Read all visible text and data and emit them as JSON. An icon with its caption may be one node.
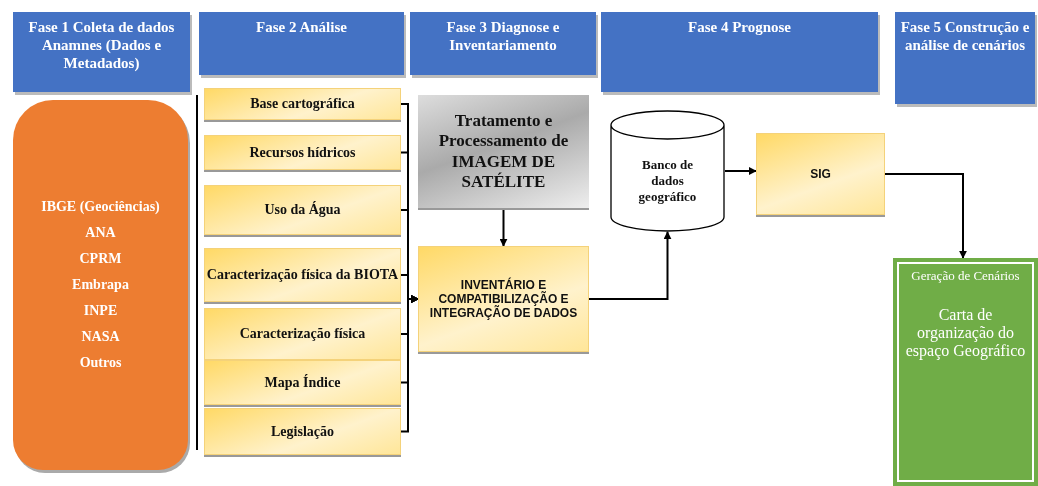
{
  "diagram": {
    "nodes": [
      {
        "text": [
          "Fase 1 Coleta de dados Anamnes (Dados e Metadados)"
        ]
      },
      {
        "text": [
          "Fase 2 Análise"
        ]
      },
      {
        "text": [
          "Fase 3 Diagnose e Inventariamento"
        ]
      },
      {
        "text": [
          "Fase 4 Prognose"
        ]
      },
      {
        "text": [
          "Fase 5 Construção e análise de cenários"
        ]
      },
      {
        "text": [
          "IBGE (Geociências)",
          "ANA",
          "CPRM",
          "Embrapa",
          "INPE",
          "NASA",
          "Outros"
        ]
      },
      {
        "text": [
          "Base cartográfica"
        ]
      },
      {
        "text": [
          "Recursos hídricos"
        ]
      },
      {
        "text": [
          "Uso da Água"
        ]
      },
      {
        "text": [
          "Caracterização física da BIOTA"
        ]
      },
      {
        "text": [
          "Caracterização física"
        ]
      },
      {
        "text": [
          "Mapa Índice"
        ]
      },
      {
        "text": [
          "Legislação"
        ]
      },
      {
        "text": [
          "Tratamento e Processamento de IMAGEM DE SATÉLITE"
        ]
      },
      {
        "text": [
          "INVENTÁRIO E COMPATIBILIZAÇÃO E INTEGRAÇÃO DE DADOS"
        ]
      },
      {
        "text": [
          "Banco de dados geográfico"
        ]
      },
      {
        "text": [
          "SIG"
        ]
      },
      {
        "text": [
          "Geração de Cenários",
          "Carta de organização do espaço Geográfico"
        ]
      }
    ],
    "edges": [
      {
        "from": 6,
        "to": 14,
        "arrow": "to"
      },
      {
        "from": 7,
        "to": 14,
        "arrow": "to"
      },
      {
        "from": 8,
        "to": 14,
        "arrow": "to"
      },
      {
        "from": 9,
        "to": 14,
        "arrow": "to"
      },
      {
        "from": 10,
        "to": 14,
        "arrow": "to"
      },
      {
        "from": 11,
        "to": 14,
        "arrow": "to"
      },
      {
        "from": 12,
        "to": 14,
        "arrow": "to"
      },
      {
        "from": 13,
        "to": 14,
        "arrow": "to"
      },
      {
        "from": 14,
        "to": 15,
        "arrow": "to"
      },
      {
        "from": 15,
        "to": 16,
        "arrow": "to"
      },
      {
        "from": 16,
        "to": 17,
        "arrow": "to"
      }
    ]
  }
}
